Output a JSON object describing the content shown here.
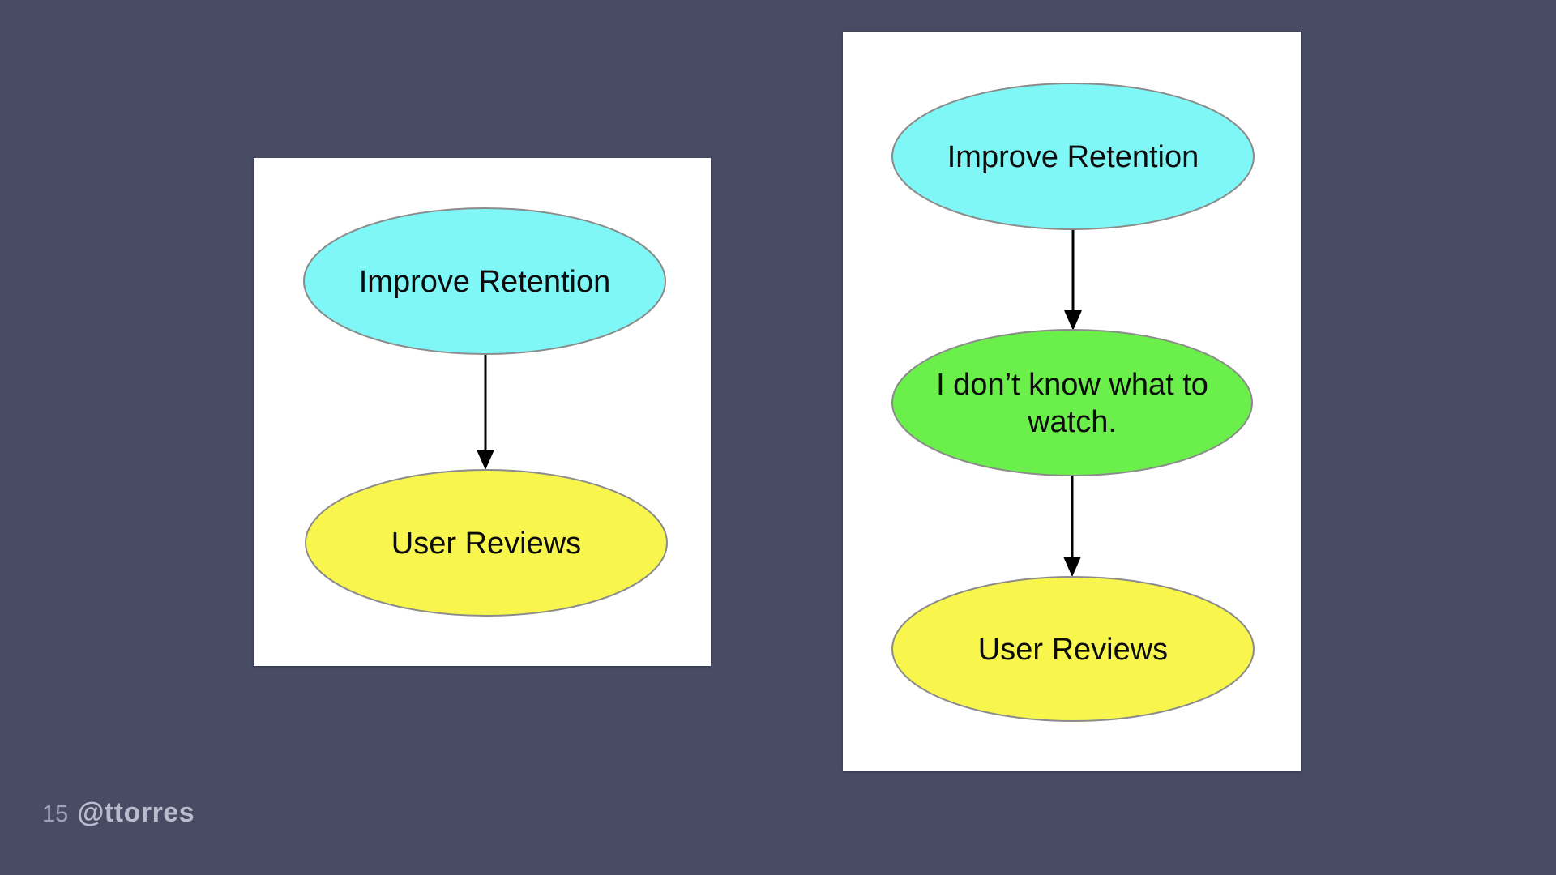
{
  "slide": {
    "background_color": "#474b64",
    "footer": {
      "page_number": "15",
      "attribution": "@ttorres"
    }
  },
  "colors": {
    "node_cyan": "#7ff7f6",
    "node_green": "#6aef4b",
    "node_yellow": "#f8f64d",
    "node_border": "#8b8b8b",
    "arrow": "#000000",
    "panel_background": "#ffffff",
    "footer_text": "#b8bccd"
  },
  "diagram_left": {
    "nodes": [
      {
        "id": "improve-retention",
        "label": "Improve Retention",
        "fill": "#7ff7f6"
      },
      {
        "id": "user-reviews",
        "label": "User Reviews",
        "fill": "#f8f64d"
      }
    ],
    "edges": [
      {
        "from": "improve-retention",
        "to": "user-reviews"
      }
    ]
  },
  "diagram_right": {
    "nodes": [
      {
        "id": "improve-retention",
        "label": "Improve Retention",
        "fill": "#7ff7f6"
      },
      {
        "id": "dont-know-what-to-watch",
        "label": "I don’t know what to watch.",
        "lines": [
          "I don’t know what to",
          "watch."
        ],
        "fill": "#6aef4b"
      },
      {
        "id": "user-reviews",
        "label": "User Reviews",
        "fill": "#f8f64d"
      }
    ],
    "edges": [
      {
        "from": "improve-retention",
        "to": "dont-know-what-to-watch"
      },
      {
        "from": "dont-know-what-to-watch",
        "to": "user-reviews"
      }
    ]
  }
}
